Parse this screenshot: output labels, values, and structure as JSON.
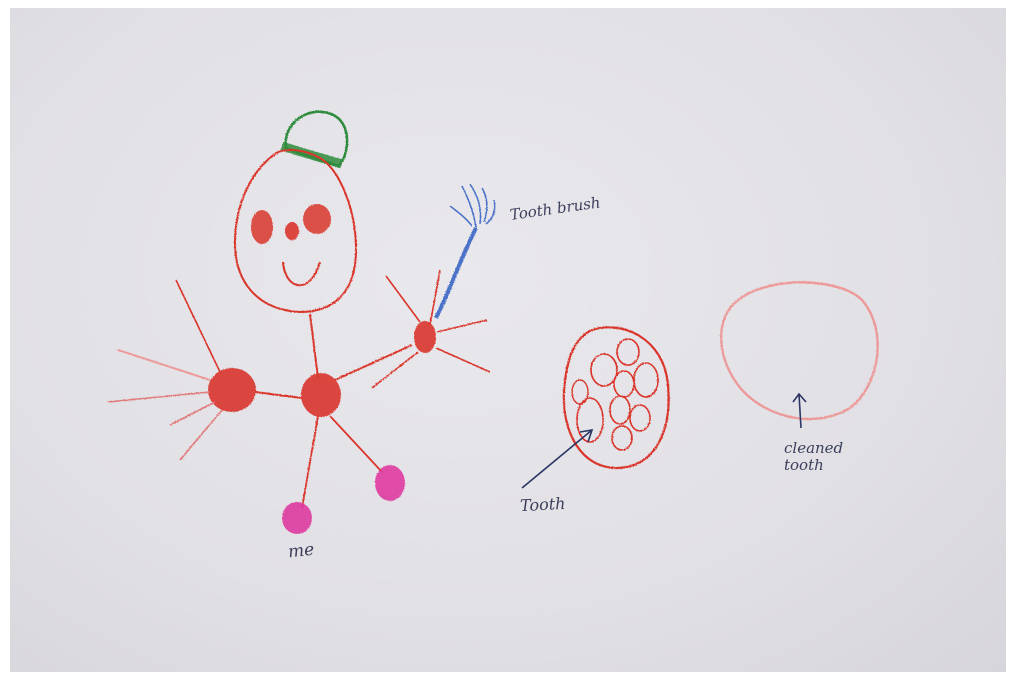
{
  "labels": {
    "toothbrush": "Tooth brush",
    "tooth": "Tooth",
    "me": "me",
    "cleaned_tooth_line1": "cleaned",
    "cleaned_tooth_line2": "tooth"
  },
  "colors": {
    "paper": "#e3e2e7",
    "red_crayon": "#d9352c",
    "green_crayon": "#2e8b3d",
    "blue_crayon": "#4a72c8",
    "pink_crayon": "#de3aa0",
    "light_red": "#ec9a9a",
    "pen": "#2c3563"
  }
}
